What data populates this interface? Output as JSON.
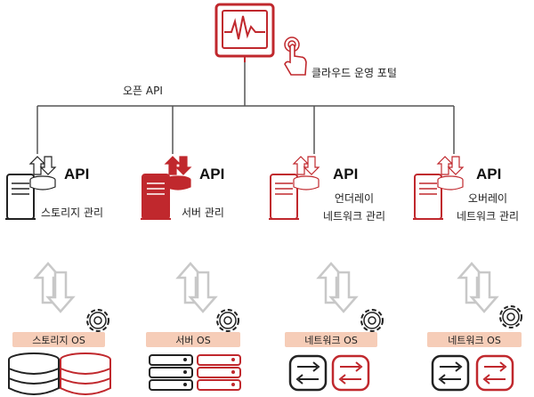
{
  "top": {
    "portal_label": "클라우드 운영 포털",
    "open_api_label": "오픈 API"
  },
  "api_columns": [
    {
      "api": "API",
      "lines": [
        "스토리지 관리"
      ]
    },
    {
      "api": "API",
      "lines": [
        "서버 관리"
      ]
    },
    {
      "api": "API",
      "lines": [
        "언더레이",
        "네트워크 관리"
      ]
    },
    {
      "api": "API",
      "lines": [
        "오버레이",
        "네트워크 관리"
      ]
    }
  ],
  "os_layers": [
    {
      "label": "스토리지 OS"
    },
    {
      "label": "서버 OS"
    },
    {
      "label": "네트워크 OS"
    },
    {
      "label": "네트워크 OS"
    }
  ],
  "colors": {
    "accent_red": "#c0282d",
    "line_gray": "#555555",
    "os_band": "#f6cdb8",
    "arrow_gray": "#c8c8c8"
  },
  "icons": {
    "monitor": "heartbeat-monitor-icon",
    "touch": "touch-hand-icon",
    "server": "server-tower-icon",
    "gear": "gear-icon",
    "up_down_arrow": "up-down-arrow-icon",
    "db": "database-icon",
    "rack": "rack-server-icon",
    "switch": "network-switch-icon"
  }
}
